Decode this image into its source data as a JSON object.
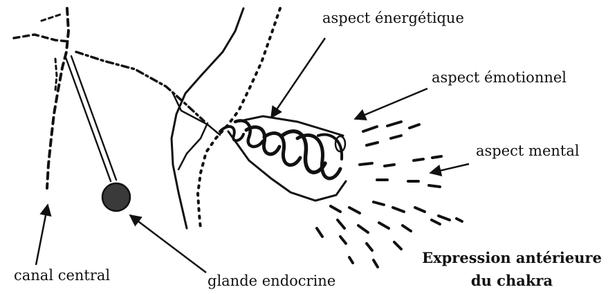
{
  "labels": {
    "energetique": "aspect énergétique",
    "emotionnel": "aspect émotionnel",
    "mental": "aspect mental",
    "canal": "canal central",
    "glande": "glande endocrine"
  },
  "title": {
    "line1": "Expression antérieure",
    "line2": "du chakra"
  },
  "colors": {
    "ink": "#111111",
    "gland": "#3a3a3a",
    "background": "#ffffff"
  }
}
